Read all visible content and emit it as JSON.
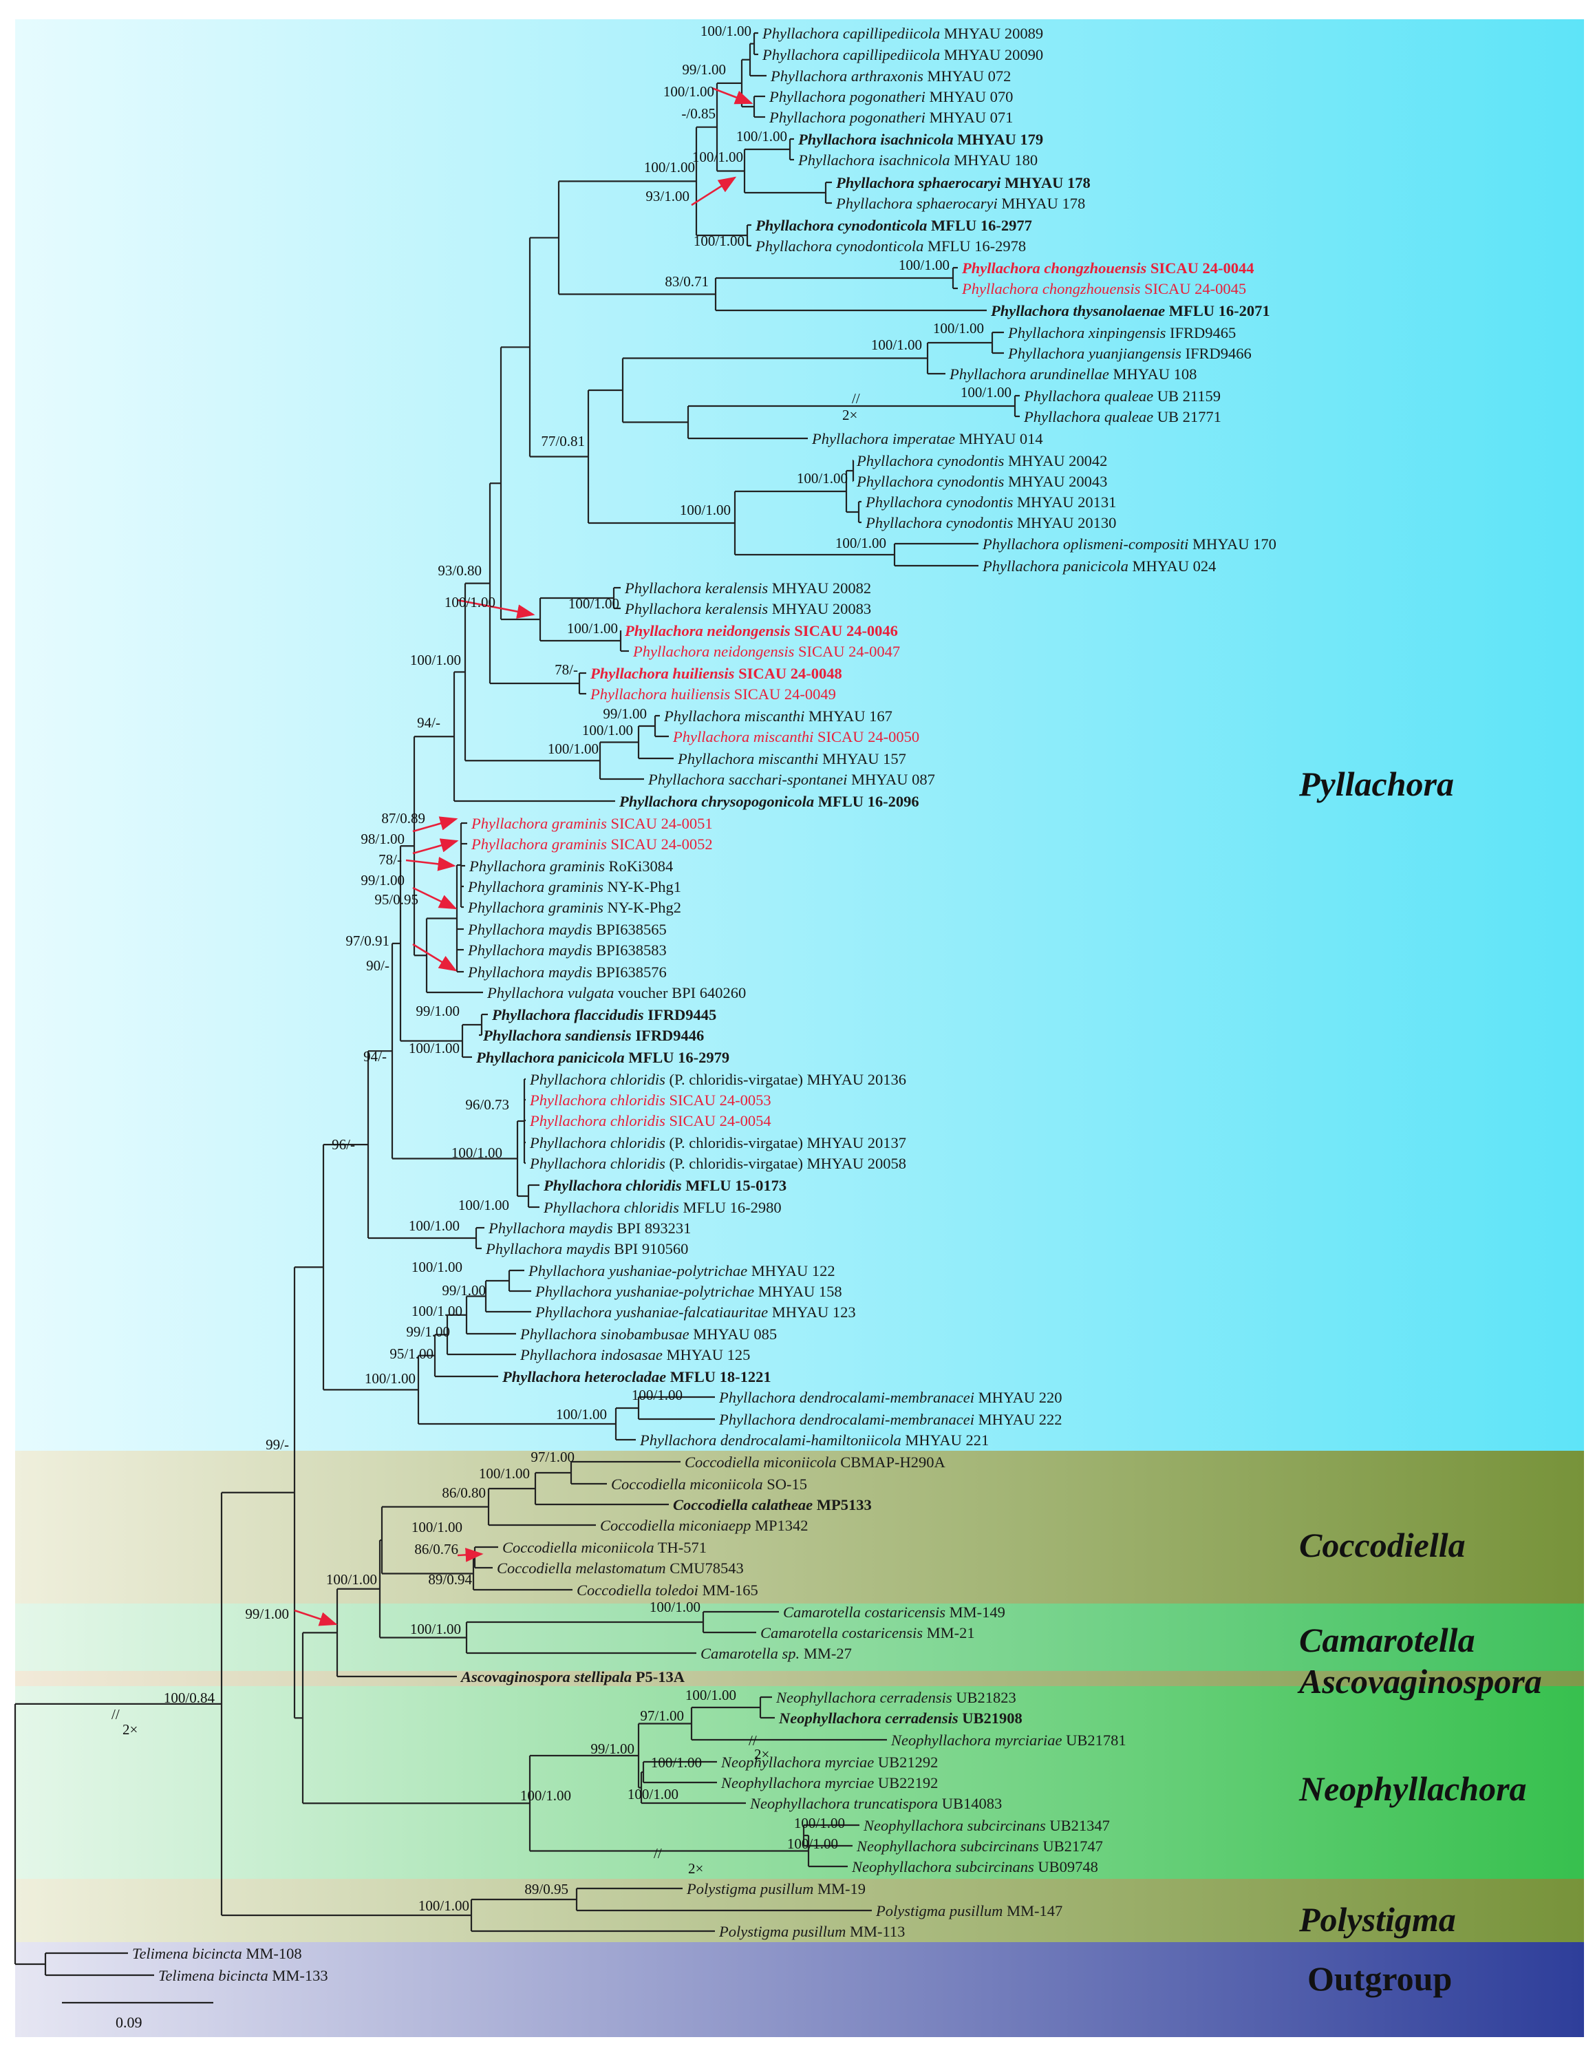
{
  "clades": [
    {
      "label": "Pyllachora",
      "color_from": "#e6fbfe",
      "color_to": "#5ee4f8"
    },
    {
      "label": "Coccodiella",
      "color_from": "#efefdc",
      "color_to": "#77933a"
    },
    {
      "label": "Camarotella",
      "color_from": "#e4f7e9",
      "color_to": "#3fc15c"
    },
    {
      "label": "Ascovaginospora",
      "color_from": "#f2ead9",
      "color_to": "#7f9a4a"
    },
    {
      "label": "Neophyllachora",
      "color_from": "#e4f7e9",
      "color_to": "#37c04e"
    },
    {
      "label": "Polystigma",
      "color_from": "#efefdc",
      "color_to": "#77933a"
    },
    {
      "label": "Outgroup",
      "color_from": "#e6e6f3",
      "color_to": "#2e3e9a"
    }
  ],
  "taxa": [
    {
      "genus": "Phyllachora",
      "epithet": "capillipediicola",
      "voucher": "MHYAU 20089",
      "style": "normal"
    },
    {
      "genus": "Phyllachora",
      "epithet": "capillipediicola",
      "voucher": "MHYAU 20090",
      "style": "normal"
    },
    {
      "genus": "Phyllachora",
      "epithet": "arthraxonis",
      "voucher": "MHYAU 072",
      "style": "normal"
    },
    {
      "genus": "Phyllachora",
      "epithet": "pogonatheri",
      "voucher": "MHYAU 070",
      "style": "normal"
    },
    {
      "genus": "Phyllachora",
      "epithet": "pogonatheri",
      "voucher": "MHYAU 071",
      "style": "normal"
    },
    {
      "genus": "Phyllachora",
      "epithet": "isachnicola",
      "voucher": "MHYAU 179",
      "style": "bold"
    },
    {
      "genus": "Phyllachora",
      "epithet": "isachnicola",
      "voucher": "MHYAU 180",
      "style": "normal"
    },
    {
      "genus": "Phyllachora",
      "epithet": "sphaerocaryi",
      "voucher": "MHYAU 178",
      "style": "bold"
    },
    {
      "genus": "Phyllachora",
      "epithet": "sphaerocaryi",
      "voucher": "MHYAU 178",
      "style": "normal"
    },
    {
      "genus": "Phyllachora",
      "epithet": "cynodonticola",
      "voucher": "MFLU 16-2977",
      "style": "bold"
    },
    {
      "genus": "Phyllachora",
      "epithet": "cynodonticola",
      "voucher": "MFLU 16-2978",
      "style": "normal"
    },
    {
      "genus": "Phyllachora",
      "epithet": "chongzhouensis",
      "voucher": "SICAU 24-0044",
      "style": "redbold"
    },
    {
      "genus": "Phyllachora",
      "epithet": "chongzhouensis",
      "voucher": "SICAU 24-0045",
      "style": "red"
    },
    {
      "genus": "Phyllachora",
      "epithet": "thysanolaenae",
      "voucher": "MFLU 16-2071",
      "style": "bold"
    },
    {
      "genus": "Phyllachora",
      "epithet": "xinpingensis",
      "voucher": "IFRD9465",
      "style": "normal"
    },
    {
      "genus": "Phyllachora",
      "epithet": "yuanjiangensis",
      "voucher": "IFRD9466",
      "style": "normal"
    },
    {
      "genus": "Phyllachora",
      "epithet": "arundinellae",
      "voucher": "MHYAU 108",
      "style": "normal"
    },
    {
      "genus": "Phyllachora",
      "epithet": "qualeae",
      "voucher": "UB 21159",
      "style": "normal"
    },
    {
      "genus": "Phyllachora",
      "epithet": "qualeae",
      "voucher": "UB 21771",
      "style": "normal"
    },
    {
      "genus": "Phyllachora",
      "epithet": "imperatae",
      "voucher": "MHYAU 014",
      "style": "normal"
    },
    {
      "genus": "Phyllachora",
      "epithet": "cynodontis",
      "voucher": "MHYAU 20042",
      "style": "normal"
    },
    {
      "genus": "Phyllachora",
      "epithet": "cynodontis",
      "voucher": "MHYAU 20043",
      "style": "normal"
    },
    {
      "genus": "Phyllachora",
      "epithet": "cynodontis",
      "voucher": "MHYAU 20131",
      "style": "normal"
    },
    {
      "genus": "Phyllachora",
      "epithet": "cynodontis",
      "voucher": "MHYAU 20130",
      "style": "normal"
    },
    {
      "genus": "Phyllachora",
      "epithet": "oplismeni-compositi",
      "voucher": "MHYAU 170",
      "style": "normal"
    },
    {
      "genus": "Phyllachora",
      "epithet": "panicicola",
      "voucher": "MHYAU 024",
      "style": "normal"
    },
    {
      "genus": "Phyllachora",
      "epithet": "keralensis",
      "voucher": "MHYAU 20082",
      "style": "normal"
    },
    {
      "genus": "Phyllachora",
      "epithet": "keralensis",
      "voucher": "MHYAU 20083",
      "style": "normal"
    },
    {
      "genus": "Phyllachora",
      "epithet": "neidongensis",
      "voucher": "SICAU 24-0046",
      "style": "redbold"
    },
    {
      "genus": "Phyllachora",
      "epithet": "neidongensis",
      "voucher": "SICAU 24-0047",
      "style": "red"
    },
    {
      "genus": "Phyllachora",
      "epithet": "huiliensis",
      "voucher": "SICAU 24-0048",
      "style": "redbold"
    },
    {
      "genus": "Phyllachora",
      "epithet": "huiliensis ",
      "voucher": "SICAU 24-0049",
      "style": "red"
    },
    {
      "genus": "Phyllachora",
      "epithet": "miscanthi",
      "voucher": "MHYAU 167",
      "style": "normal"
    },
    {
      "genus": "Phyllachora",
      "epithet": "miscanthi",
      "voucher": "SICAU 24-0050",
      "style": "red"
    },
    {
      "genus": "Phyllachora",
      "epithet": "miscanthi",
      "voucher": "MHYAU 157",
      "style": "normal"
    },
    {
      "genus": "Phyllachora",
      "epithet": "sacchari-spontanei",
      "voucher": "MHYAU 087",
      "style": "normal"
    },
    {
      "genus": "Phyllachora",
      "epithet": "chrysopogonicola",
      "voucher": "MFLU 16-2096",
      "style": "bold"
    },
    {
      "genus": "Phyllachora",
      "epithet": "graminis",
      "voucher": "SICAU 24-0051",
      "style": "red"
    },
    {
      "genus": "Phyllachora",
      "epithet": "graminis",
      "voucher": "SICAU 24-0052",
      "style": "red"
    },
    {
      "genus": "Phyllachora",
      "epithet": "graminis",
      "voucher": "RoKi3084",
      "style": "normal"
    },
    {
      "genus": "Phyllachora",
      "epithet": "graminis",
      "voucher": "NY-K-Phg1",
      "style": "normal"
    },
    {
      "genus": "Phyllachora",
      "epithet": "graminis",
      "voucher": "NY-K-Phg2",
      "style": "normal"
    },
    {
      "genus": "Phyllachora",
      "epithet": "maydis",
      "voucher": "BPI638565",
      "style": "normal"
    },
    {
      "genus": "Phyllachora",
      "epithet": "maydis",
      "voucher": "BPI638583",
      "style": "normal"
    },
    {
      "genus": "Phyllachora",
      "epithet": "maydis",
      "voucher": "BPI638576",
      "style": "normal"
    },
    {
      "genus": "Phyllachora",
      "epithet": "vulgata",
      "voucher": "voucher BPI 640260",
      "style": "normal"
    },
    {
      "genus": "Phyllachora",
      "epithet": "flaccidudis",
      "voucher": "IFRD9445",
      "style": "bold"
    },
    {
      "genus": "Phyllachora",
      "epithet": "sandiensis",
      "voucher": "IFRD9446",
      "style": "bold"
    },
    {
      "genus": "Phyllachora",
      "epithet": "panicicola",
      "voucher": "MFLU 16-2979",
      "style": "bold"
    },
    {
      "genus": "Phyllachora",
      "epithet": "chloridis",
      "voucher": "(P. chloridis-virgatae) MHYAU 20136",
      "style": "normal"
    },
    {
      "genus": "Phyllachora",
      "epithet": "chloridis",
      "voucher": "SICAU 24-0053",
      "style": "red"
    },
    {
      "genus": "Phyllachora",
      "epithet": "chloridis",
      "voucher": "SICAU 24-0054",
      "style": "red"
    },
    {
      "genus": "Phyllachora",
      "epithet": "chloridis",
      "voucher": "(P. chloridis-virgatae) MHYAU 20137",
      "style": "normal"
    },
    {
      "genus": "Phyllachora",
      "epithet": "chloridis",
      "voucher": "(P. chloridis-virgatae) MHYAU 20058",
      "style": "normal"
    },
    {
      "genus": "Phyllachora",
      "epithet": "chloridis",
      "voucher": "MFLU 15-0173",
      "style": "bold"
    },
    {
      "genus": "Phyllachora",
      "epithet": "chloridis",
      "voucher": "MFLU 16-2980",
      "style": "normal"
    },
    {
      "genus": "Phyllachora",
      "epithet": "maydis",
      "voucher": "BPI 893231",
      "style": "normal"
    },
    {
      "genus": "Phyllachora",
      "epithet": "maydis",
      "voucher": "BPI 910560",
      "style": "normal"
    },
    {
      "genus": "Phyllachora",
      "epithet": "yushaniae-polytrichae",
      "voucher": "MHYAU 122",
      "style": "normal"
    },
    {
      "genus": "Phyllachora",
      "epithet": "yushaniae-polytrichae",
      "voucher": "MHYAU 158",
      "style": "normal"
    },
    {
      "genus": "Phyllachora",
      "epithet": "yushaniae-falcatiauritae",
      "voucher": "MHYAU 123",
      "style": "normal"
    },
    {
      "genus": "Phyllachora",
      "epithet": "sinobambusae",
      "voucher": "MHYAU 085",
      "style": "normal"
    },
    {
      "genus": "Phyllachora",
      "epithet": "indosasae",
      "voucher": "MHYAU 125",
      "style": "normal"
    },
    {
      "genus": "Phyllachora",
      "epithet": "heterocladae",
      "voucher": "MFLU 18-1221",
      "style": "bold"
    },
    {
      "genus": "Phyllachora",
      "epithet": "dendrocalami-membranacei",
      "voucher": "MHYAU 220",
      "style": "normal"
    },
    {
      "genus": "Phyllachora",
      "epithet": "dendrocalami-membranacei",
      "voucher": "MHYAU 222",
      "style": "normal"
    },
    {
      "genus": "Phyllachora",
      "epithet": "dendrocalami-hamiltoniicola",
      "voucher": "MHYAU 221",
      "style": "normal"
    },
    {
      "genus": "Coccodiella",
      "epithet": "miconiicola",
      "voucher": "CBMAP-H290A",
      "style": "normal"
    },
    {
      "genus": "Coccodiella",
      "epithet": "miconiicola",
      "voucher": "SO-15",
      "style": "normal"
    },
    {
      "genus": "Coccodiella",
      "epithet": "calatheae",
      "voucher": "MP5133",
      "style": "bold"
    },
    {
      "genus": "Coccodiella",
      "epithet": "miconiaepp",
      "voucher": "MP1342",
      "style": "normal"
    },
    {
      "genus": "Coccodiella",
      "epithet": "miconiicola",
      "voucher": "TH-571",
      "style": "normal"
    },
    {
      "genus": "Coccodiella",
      "epithet": "melastomatum",
      "voucher": "CMU78543",
      "style": "normal"
    },
    {
      "genus": "Coccodiella",
      "epithet": "toledoi",
      "voucher": "MM-165",
      "style": "normal"
    },
    {
      "genus": "Camarotella",
      "epithet": "costaricensis",
      "voucher": "MM-149",
      "style": "normal"
    },
    {
      "genus": "Camarotella",
      "epithet": "costaricensis",
      "voucher": "MM-21",
      "style": "normal"
    },
    {
      "genus": "Camarotella",
      "epithet": "sp.",
      "voucher": "MM-27",
      "style": "normal"
    },
    {
      "genus": "Ascovaginospora",
      "epithet": "stellipala",
      "voucher": "P5-13A",
      "style": "bold"
    },
    {
      "genus": "Neophyllachora",
      "epithet": "cerradensis",
      "voucher": "UB21823",
      "style": "normal"
    },
    {
      "genus": "Neophyllachora",
      "epithet": "cerradensis",
      "voucher": "UB21908",
      "style": "bold"
    },
    {
      "genus": "Neophyllachora",
      "epithet": "myrciariae",
      "voucher": "UB21781",
      "style": "normal"
    },
    {
      "genus": "Neophyllachora",
      "epithet": "myrciae",
      "voucher": "UB21292",
      "style": "normal"
    },
    {
      "genus": "Neophyllachora",
      "epithet": "myrciae",
      "voucher": "UB22192",
      "style": "normal"
    },
    {
      "genus": "Neophyllachora",
      "epithet": "truncatispora",
      "voucher": "UB14083",
      "style": "normal"
    },
    {
      "genus": "Neophyllachora",
      "epithet": "subcircinans",
      "voucher": "UB21347",
      "style": "normal"
    },
    {
      "genus": "Neophyllachora",
      "epithet": "subcircinans",
      "voucher": "UB21747",
      "style": "normal"
    },
    {
      "genus": "Neophyllachora",
      "epithet": "subcircinans",
      "voucher": "UB09748",
      "style": "normal"
    },
    {
      "genus": "Polystigma",
      "epithet": "pusillum",
      "voucher": "MM-19",
      "style": "normal"
    },
    {
      "genus": "Polystigma",
      "epithet": "pusillum",
      "voucher": "MM-147",
      "style": "normal"
    },
    {
      "genus": "Polystigma",
      "epithet": "pusillum",
      "voucher": "MM-113",
      "style": "normal"
    },
    {
      "genus": "Telimena",
      "epithet": "bicincta",
      "voucher": "MM-108",
      "style": "normal"
    },
    {
      "genus": "Telimena",
      "epithet": "bicincta",
      "voucher": "MM-133",
      "style": "normal"
    }
  ],
  "supports": [
    "100/1.00",
    "99/1.00",
    "100/1.00",
    "-/0.85",
    "100/1.00",
    "100/1.00",
    "100/1.00",
    "93/1.00",
    "100/1.00",
    "100/1.00",
    "83/0.71",
    "100/1.00",
    "100/1.00",
    "100/1.00",
    "77/0.81",
    "100/1.00",
    "100/1.00",
    "100/1.00",
    "93/0.80",
    "100/1.00",
    "100/1.00",
    "100/1.00",
    "78/-",
    "100/1.00",
    "99/1.00",
    "100/1.00",
    "100/1.00",
    "94/-",
    "87/0.89",
    "98/1.00",
    "78/-",
    "99/1.00",
    "95/0.95",
    "97/0.91",
    "90/-",
    "99/1.00",
    "100/1.00",
    "94/-",
    "96/0.73",
    "100/1.00",
    "100/1.00",
    "96/-",
    "100/1.00",
    "100/1.00",
    "99/1.00",
    "100/1.00",
    "99/1.00",
    "95/1.00",
    "100/1.00",
    "100/1.00",
    "100/1.00",
    "99/-",
    "97/1.00",
    "100/1.00",
    "86/0.80",
    "100/1.00",
    "86/0.76",
    "89/0.94",
    "100/1.00",
    "100/1.00",
    "100/1.00",
    "99/1.00",
    "100/0.84",
    "100/1.00",
    "97/1.00",
    "99/1.00",
    "100/1.00",
    "100/1.00",
    "100/1.00",
    "100/1.00",
    "100/1.00",
    "89/0.95",
    "100/1.00"
  ],
  "break_marks": [
    "2×",
    "2×",
    "2×",
    "2×"
  ],
  "scale_bar": {
    "label": "0.09"
  }
}
